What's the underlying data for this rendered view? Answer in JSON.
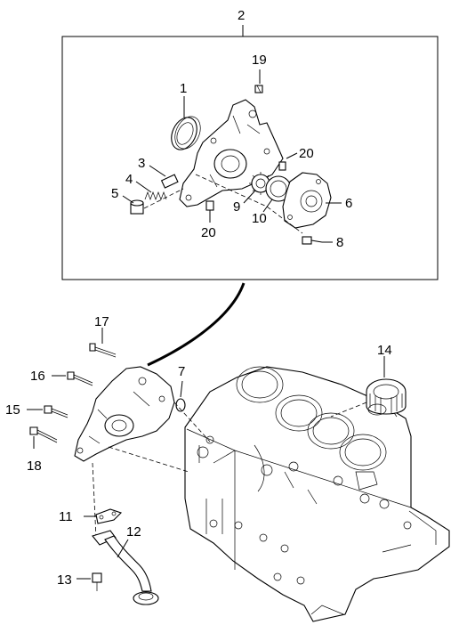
{
  "diagram": {
    "labels": {
      "n2": "2",
      "n19": "19",
      "n1": "1",
      "n3": "3",
      "n4": "4",
      "n5": "5",
      "n20a": "20",
      "n20b": "20",
      "n9": "9",
      "n10": "10",
      "n6": "6",
      "n8": "8",
      "n17": "17",
      "n16": "16",
      "n7": "7",
      "n15": "15",
      "n18": "18",
      "n14": "14",
      "n11": "11",
      "n12": "12",
      "n13": "13"
    }
  }
}
